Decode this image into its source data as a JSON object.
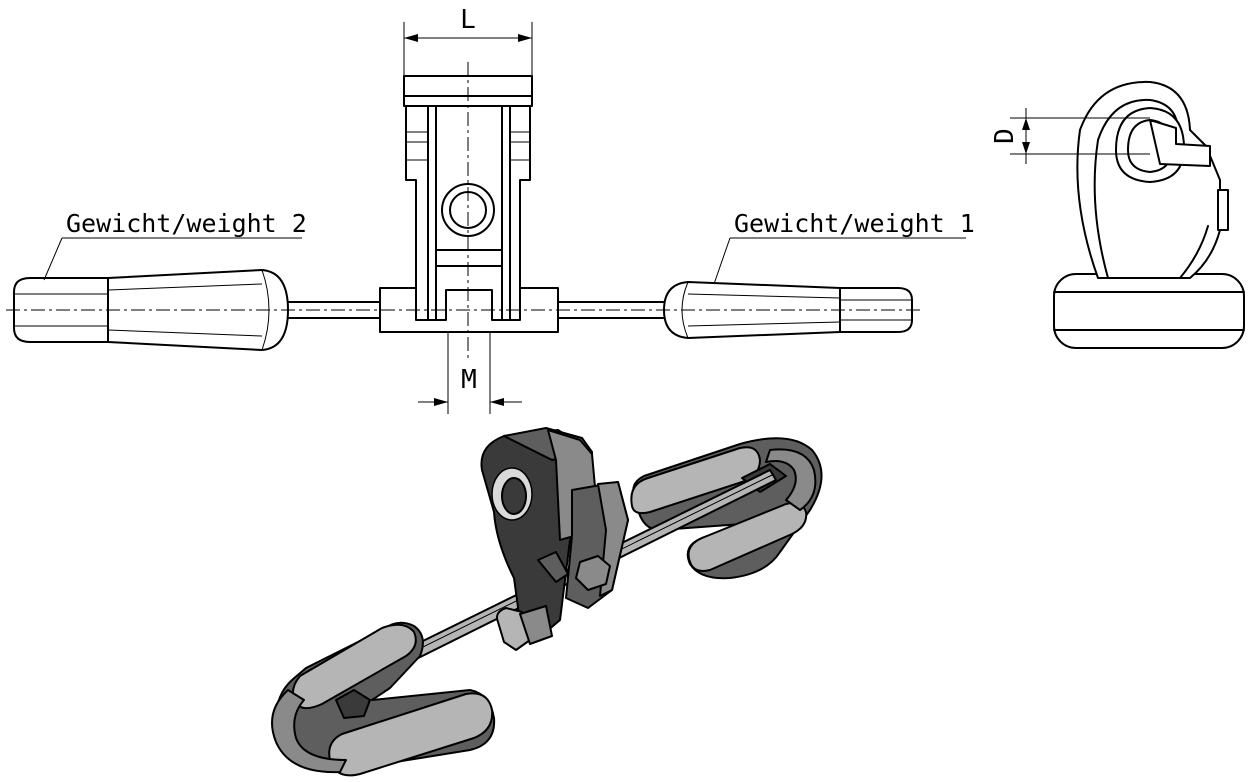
{
  "labels": {
    "weight_right": "Gewicht/weight 1",
    "weight_left": "Gewicht/weight 2"
  },
  "dimensions": {
    "length": "L",
    "bolt": "M",
    "diameter": "D"
  }
}
